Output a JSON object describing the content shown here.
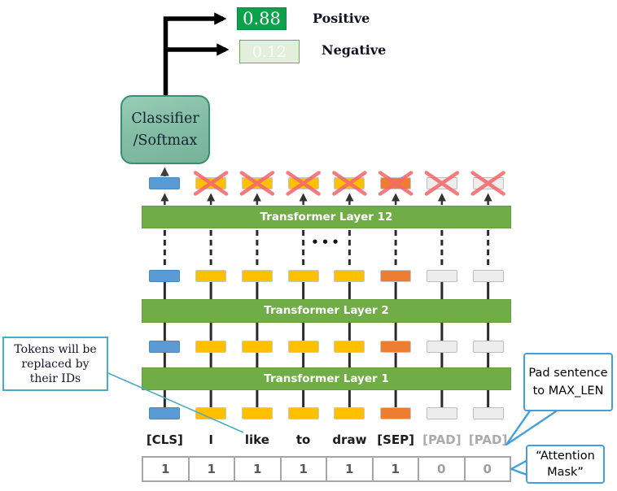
{
  "outputs": {
    "positive": {
      "score": "0.88",
      "label": "Positive"
    },
    "negative": {
      "score": "0.12",
      "label": "Negative"
    }
  },
  "classifier": {
    "line1": "Classifier",
    "line2": "/Softmax"
  },
  "layers": {
    "top": "Transformer Layer 12",
    "middle": "Transformer Layer 2",
    "bottom": "Transformer Layer 1"
  },
  "ellipsis": "•••",
  "tokens": [
    {
      "text": "[CLS]",
      "type": "cls",
      "crossed_out": false
    },
    {
      "text": "I",
      "type": "word",
      "crossed_out": true
    },
    {
      "text": "like",
      "type": "word",
      "crossed_out": true
    },
    {
      "text": "to",
      "type": "word",
      "crossed_out": true
    },
    {
      "text": "draw",
      "type": "word",
      "crossed_out": true
    },
    {
      "text": "[SEP]",
      "type": "sep",
      "crossed_out": true
    },
    {
      "text": "[PAD]",
      "type": "pad",
      "crossed_out": true
    },
    {
      "text": "[PAD]",
      "type": "pad",
      "crossed_out": true
    }
  ],
  "attention_mask": [
    "1",
    "1",
    "1",
    "1",
    "1",
    "1",
    "0",
    "0"
  ],
  "callouts": {
    "token_ids": {
      "lines": [
        "Tokens will be",
        "replaced by",
        "their IDs"
      ]
    },
    "pad": {
      "lines": [
        "Pad sentence",
        "to MAX_LEN"
      ]
    },
    "attention": {
      "lines": [
        "“Attention",
        "Mask”"
      ]
    }
  },
  "colors": {
    "positive_green": "#0CA24B",
    "negative_light_green": "#E2EFDA",
    "layer_green": "#70AD47",
    "cls_blue": "#5B9BD5",
    "token_yellow": "#FFC000",
    "sep_orange": "#ED7D31",
    "pad_gray": "#EDEDED",
    "cross_red": "#F4696B",
    "classifier_teal": "#85BEA7",
    "callout_teal": "#4BACC6",
    "callout_blue": "#41A0DD",
    "connector_dark": "#2b2b2b"
  }
}
